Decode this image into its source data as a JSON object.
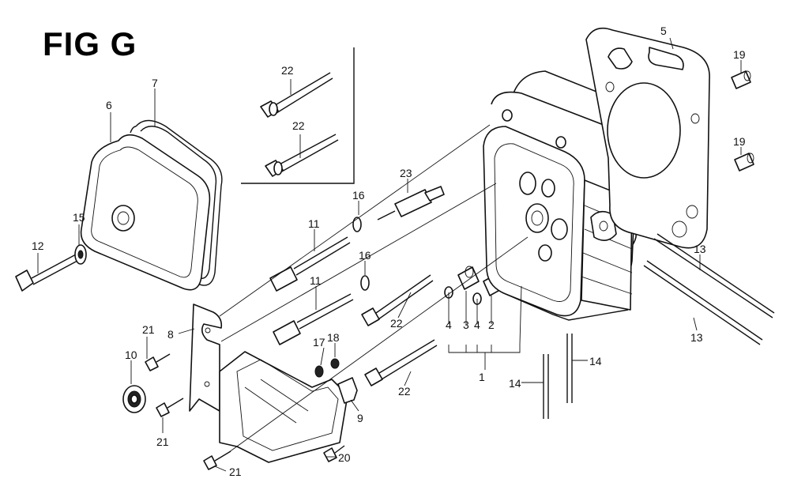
{
  "figure": {
    "title": "FIG G"
  },
  "parts": [
    {
      "id": "p1",
      "label": "1"
    },
    {
      "id": "p2",
      "label": "2"
    },
    {
      "id": "p3",
      "label": "3"
    },
    {
      "id": "p4a",
      "label": "4"
    },
    {
      "id": "p4b",
      "label": "4"
    },
    {
      "id": "p5",
      "label": "5"
    },
    {
      "id": "p6",
      "label": "6"
    },
    {
      "id": "p7",
      "label": "7"
    },
    {
      "id": "p8",
      "label": "8"
    },
    {
      "id": "p9",
      "label": "9"
    },
    {
      "id": "p10",
      "label": "10"
    },
    {
      "id": "p11a",
      "label": "11"
    },
    {
      "id": "p11b",
      "label": "11"
    },
    {
      "id": "p12",
      "label": "12"
    },
    {
      "id": "p13a",
      "label": "13"
    },
    {
      "id": "p13b",
      "label": "13"
    },
    {
      "id": "p14a",
      "label": "14"
    },
    {
      "id": "p14b",
      "label": "14"
    },
    {
      "id": "p15",
      "label": "15"
    },
    {
      "id": "p16a",
      "label": "16"
    },
    {
      "id": "p16b",
      "label": "16"
    },
    {
      "id": "p17",
      "label": "17"
    },
    {
      "id": "p18",
      "label": "18"
    },
    {
      "id": "p19a",
      "label": "19"
    },
    {
      "id": "p19b",
      "label": "19"
    },
    {
      "id": "p20",
      "label": "20"
    },
    {
      "id": "p21a",
      "label": "21"
    },
    {
      "id": "p21b",
      "label": "21"
    },
    {
      "id": "p21c",
      "label": "21"
    },
    {
      "id": "p22a",
      "label": "22"
    },
    {
      "id": "p22b",
      "label": "22"
    },
    {
      "id": "p22c",
      "label": "22"
    },
    {
      "id": "p22d",
      "label": "22"
    },
    {
      "id": "p23",
      "label": "23"
    }
  ]
}
